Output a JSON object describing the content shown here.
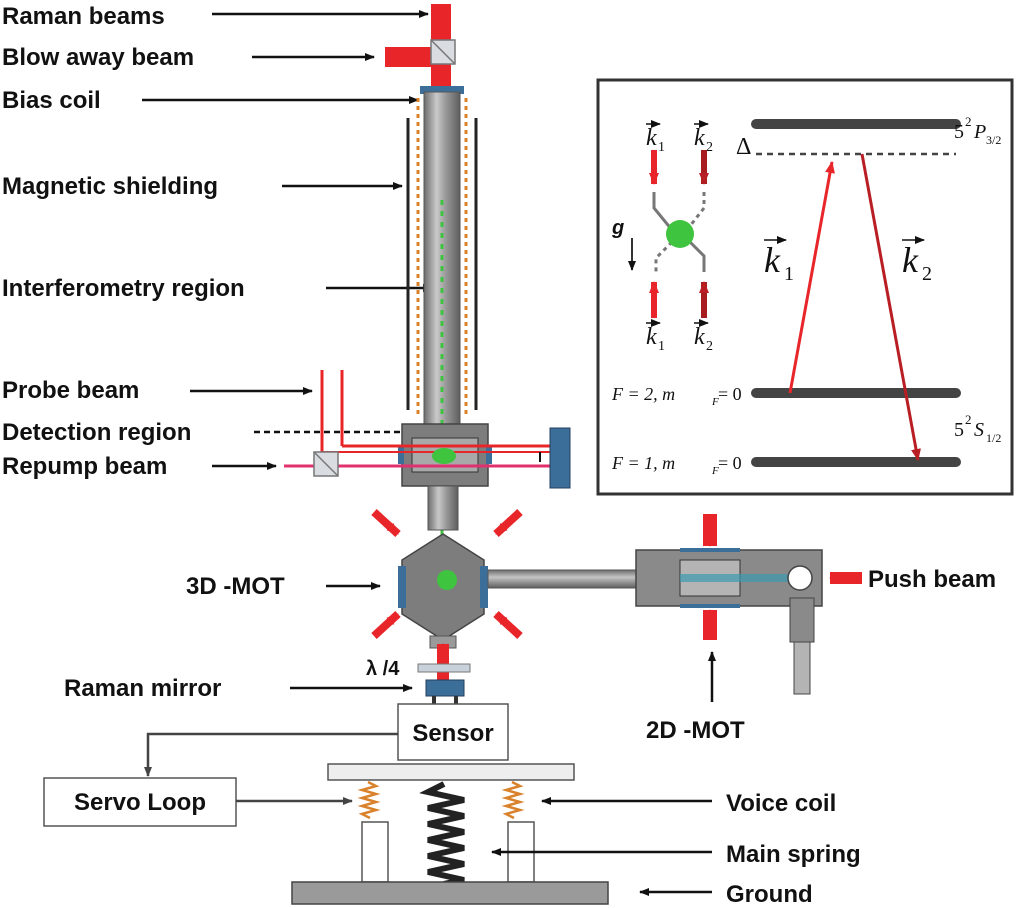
{
  "labels": {
    "raman_beams": "Raman beams",
    "blow_away_beam": "Blow away beam",
    "bias_coil": "Bias coil",
    "magnetic_shielding": "Magnetic shielding",
    "interferometry_region": "Interferometry region",
    "probe_beam": "Probe beam",
    "detection_region": "Detection region",
    "repump_beam": "Repump beam",
    "mot_3d": "3D -MOT",
    "lambda_4": "λ /4",
    "raman_mirror": "Raman mirror",
    "sensor": "Sensor",
    "servo_loop": "Servo Loop",
    "mot_2d": "2D -MOT",
    "push_beam": "Push beam",
    "voice_coil": "Voice coil",
    "main_spring": "Main spring",
    "ground": "Ground"
  },
  "inset": {
    "g": "g",
    "k1": "k",
    "k1_sub": "1",
    "k2": "k",
    "k2_sub": "2",
    "delta": "Δ",
    "excited_state": "5",
    "excited_sup": "2",
    "excited_term": "P",
    "excited_sub": "3/2",
    "ground_state": "5",
    "ground_sup": "2",
    "ground_term": "S",
    "ground_sub": "1/2",
    "f2_level": "F = 2,  m",
    "f2_tail": " = 0",
    "f1_level": "F = 1,  m",
    "f1_tail": " = 0",
    "mf_sub": "F"
  },
  "colors": {
    "laser_red": "#e8262a",
    "dark_red": "#a81c20",
    "atom_green": "#3ec43e",
    "repump_pink": "#e0306e",
    "steel": "#8a8a8a",
    "coil_orange": "#d9822b",
    "mirror_blue": "#3c6e9a"
  }
}
